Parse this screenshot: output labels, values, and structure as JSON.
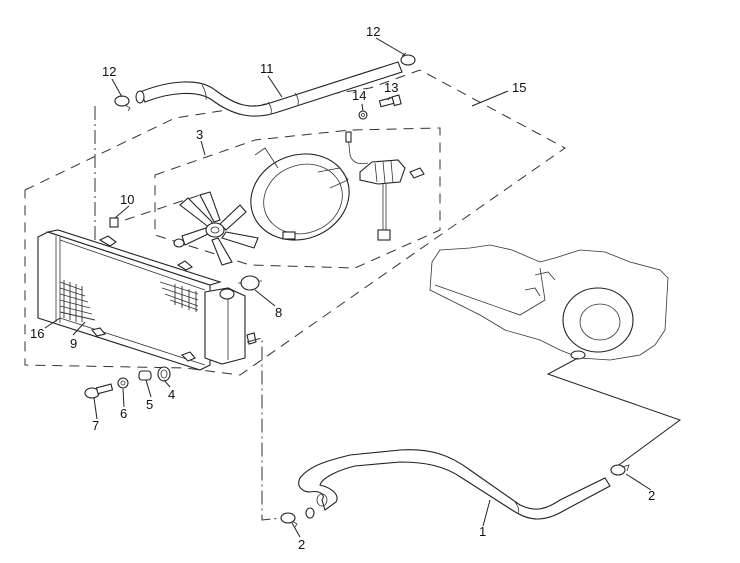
{
  "diagram": {
    "title": "Radiator and cooling hose assembly (exploded view)",
    "line_color": "#222222",
    "background": "#ffffff",
    "callouts": [
      {
        "id": "c1",
        "label": "1",
        "part": "coolant-hose-lower"
      },
      {
        "id": "c2a",
        "label": "2",
        "part": "hose-clamp-lower-left"
      },
      {
        "id": "c2b",
        "label": "2",
        "part": "hose-clamp-lower-right"
      },
      {
        "id": "c3",
        "label": "3",
        "part": "fan-assembly"
      },
      {
        "id": "c4",
        "label": "4",
        "part": "grommet"
      },
      {
        "id": "c5",
        "label": "5",
        "part": "collar"
      },
      {
        "id": "c6",
        "label": "6",
        "part": "washer"
      },
      {
        "id": "c7",
        "label": "7",
        "part": "bolt"
      },
      {
        "id": "c8",
        "label": "8",
        "part": "radiator-cap"
      },
      {
        "id": "c9",
        "label": "9",
        "part": "radiator-core"
      },
      {
        "id": "c10",
        "label": "10",
        "part": "nut-clip"
      },
      {
        "id": "c11",
        "label": "11",
        "part": "coolant-hose-upper"
      },
      {
        "id": "c12a",
        "label": "12",
        "part": "hose-clamp-upper-left"
      },
      {
        "id": "c12b",
        "label": "12",
        "part": "hose-clamp-upper-right"
      },
      {
        "id": "c13",
        "label": "13",
        "part": "bolt-small"
      },
      {
        "id": "c14",
        "label": "14",
        "part": "washer-small"
      },
      {
        "id": "c15",
        "label": "15",
        "part": "radiator-assembly"
      },
      {
        "id": "c16",
        "label": "16",
        "part": "radiator-guard"
      }
    ]
  }
}
